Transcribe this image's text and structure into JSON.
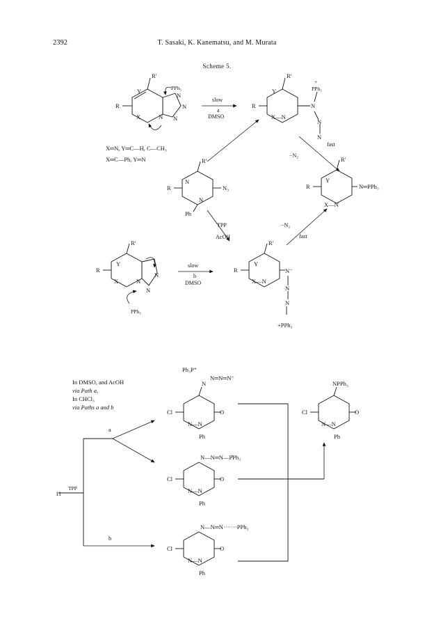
{
  "header": {
    "page_number": "2392",
    "running_head": "T. Sasaki, K. Kanematsu, and M. Murata"
  },
  "scheme": {
    "label": "Scheme 5."
  },
  "top_scheme": {
    "step_a_top": "slow",
    "step_a_letter": "a",
    "step_a_bottom": "DMSO",
    "step_b_top": "slow",
    "step_b_letter": "b",
    "step_b_bottom": "DMSO",
    "fast_label": "fast",
    "minus_n2": "−N₂",
    "fast_label_2": "fast",
    "minus_n2_2": "−N₂",
    "tpp": "TPP",
    "acoh": "AcOH",
    "legend_line1": "X═N, Y═C—H, C—CH₃",
    "legend_line2": "X═C—Ph,   Y═N",
    "pph3": "PPh₃",
    "azide_label": "N₃",
    "phosphazene": "N═PPh₃",
    "ph": "Ph",
    "plus_pph3": "+PPh₃"
  },
  "bottom_scheme": {
    "solvent_note_1": "In DMSO, and AcOH",
    "solvent_note_2": "via Path a,",
    "solvent_note_3": "In CHCl₃",
    "solvent_note_4": "via Paths a and b",
    "path_a": "a",
    "path_b": "b",
    "compound_number": "11",
    "tpp": "TPP",
    "product_label": "NPPh₃",
    "cl": "Cl",
    "ph": "Ph",
    "ph3p_plus": "Ph₃P⁺",
    "triazene": "N═N═N⁻",
    "chain_2": "N—N═N—P̊Ph₃",
    "chain_3": "N—N═N·······PPh₃"
  }
}
